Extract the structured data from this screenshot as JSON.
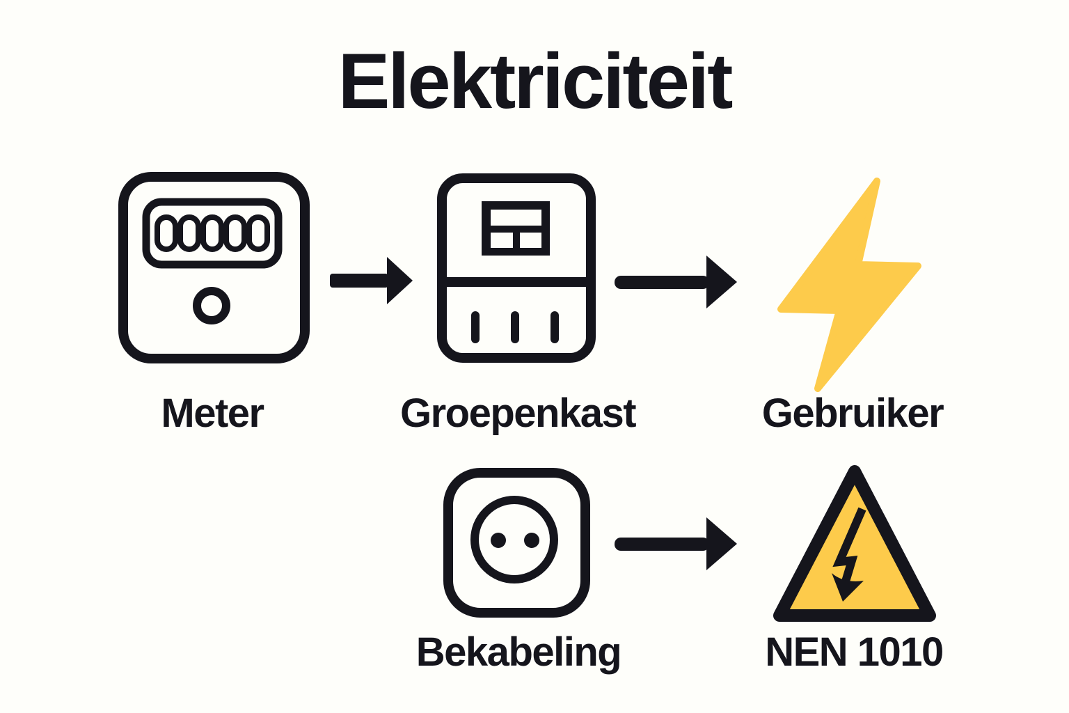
{
  "title": "Elektriciteit",
  "colors": {
    "background": "#FEFEFA",
    "ink": "#15151C",
    "yellow": "#FDCB4B"
  },
  "row1": {
    "nodes": [
      {
        "label": "Meter",
        "icon": "electric-meter-icon",
        "meter_display": "00000"
      },
      {
        "label": "Groepenkast",
        "icon": "fuse-box-icon"
      },
      {
        "label": "Gebruiker",
        "icon": "lightning-bolt-icon"
      }
    ],
    "connectors": [
      "arrow-right-icon",
      "arrow-right-icon"
    ]
  },
  "row2": {
    "nodes": [
      {
        "label": "Bekabeling",
        "icon": "wall-socket-icon"
      },
      {
        "label": "NEN 1010",
        "icon": "high-voltage-warning-icon"
      }
    ],
    "connectors": [
      "arrow-right-icon"
    ]
  }
}
